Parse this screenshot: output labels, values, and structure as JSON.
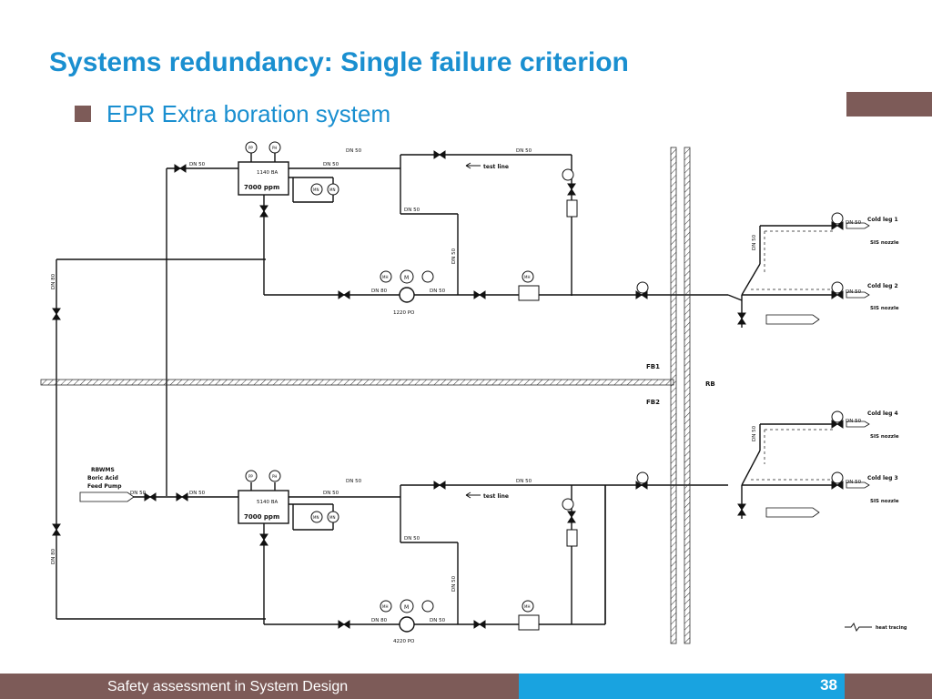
{
  "slide": {
    "title": "Systems redundancy: Single failure criterion",
    "bullet": "EPR Extra boration system",
    "footer": "Safety assessment in System Design",
    "page_number": "38"
  },
  "diagram": {
    "tank_top_id": "1140 BA",
    "tank_bottom_id": "5140 BA",
    "tank_concentration": "7000  ppm",
    "pump_top_id": "1220 PO",
    "pump_bottom_id": "4220 PO",
    "dn50": "DN 50",
    "dn80": "DN 80",
    "test_line": "test  line",
    "fb1": "FB1",
    "fb2": "FB2",
    "rb": "RB",
    "rbwms_line1": "RBWMS",
    "rbwms_line2": "Boric  Acid",
    "rbwms_line3": "Feed  Pump",
    "cold_leg_1": "Cold  leg  1",
    "cold_leg_2": "Cold  leg  2",
    "cold_leg_3": "Cold  leg  3",
    "cold_leg_4": "Cold  leg  4",
    "sis_nozzle": "SIS  nozzle",
    "heat_tracing": "heat tracing",
    "inst_pp": "PP",
    "inst_ph": "PH",
    "inst_mn": "MN",
    "inst_mh": "MH",
    "inst_m": "M"
  }
}
